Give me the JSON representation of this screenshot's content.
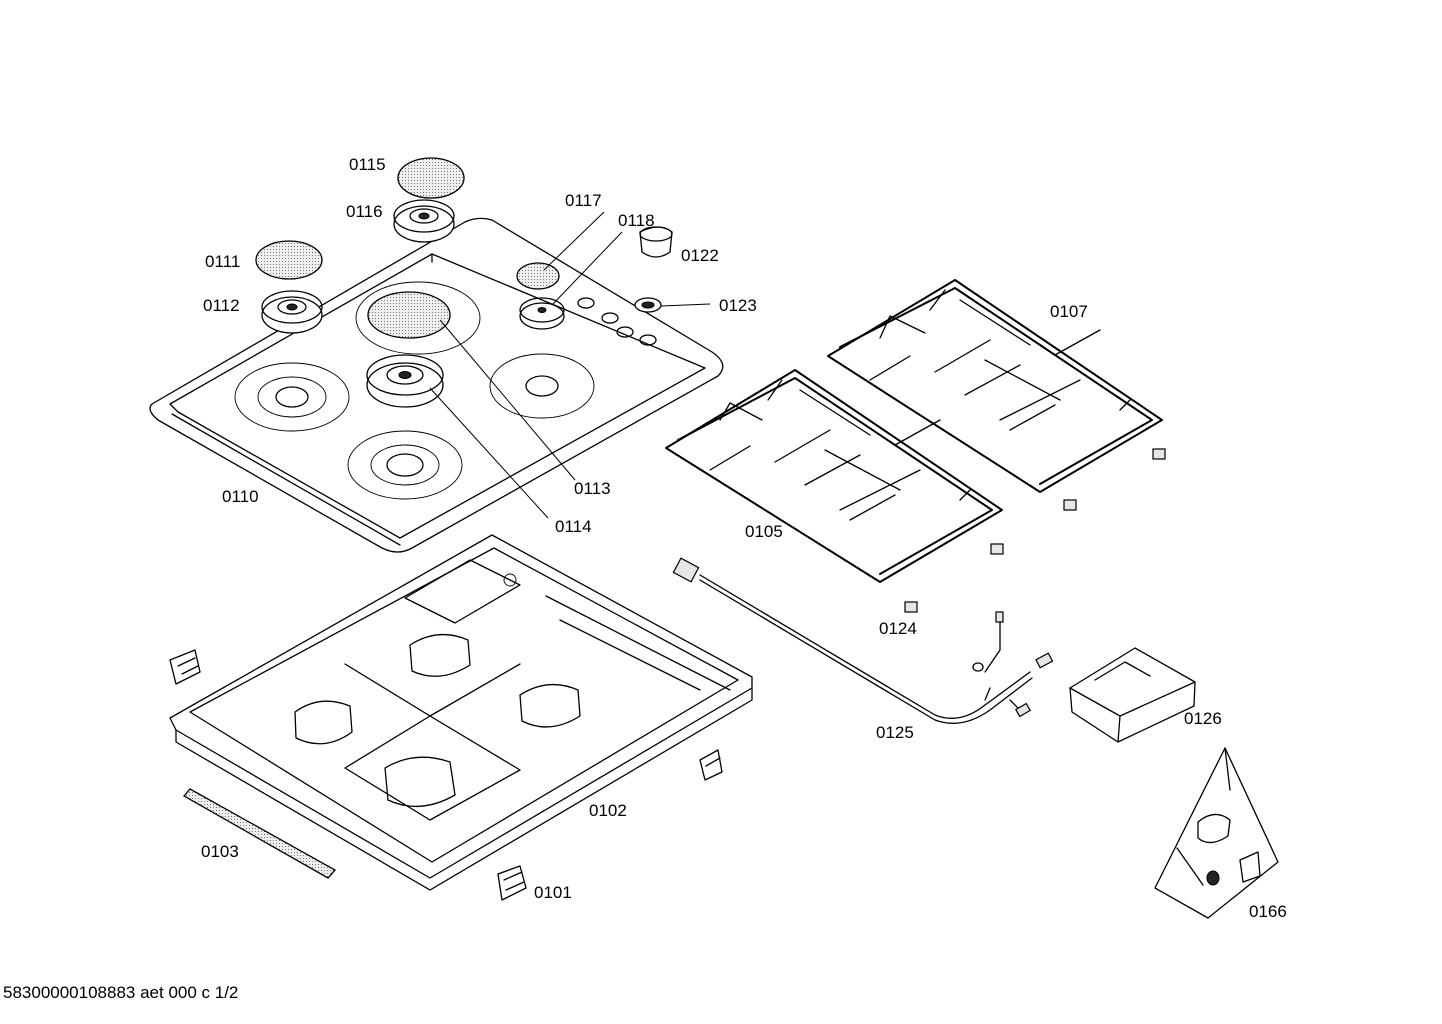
{
  "parts": {
    "p0101": "0101",
    "p0102": "0102",
    "p0103": "0103",
    "p0105": "0105",
    "p0107": "0107",
    "p0110": "0110",
    "p0111": "0111",
    "p0112": "0112",
    "p0113": "0113",
    "p0114": "0114",
    "p0115": "0115",
    "p0116": "0116",
    "p0117": "0117",
    "p0118": "0118",
    "p0122": "0122",
    "p0123": "0123",
    "p0124": "0124",
    "p0125": "0125",
    "p0126": "0126",
    "p0166": "0166"
  },
  "footer": {
    "drawing_id": "58300000108883 aet 000 c 1/2"
  },
  "colors": {
    "line": "#000000",
    "background": "#ffffff",
    "cap_pattern": "#cfcfcf"
  }
}
